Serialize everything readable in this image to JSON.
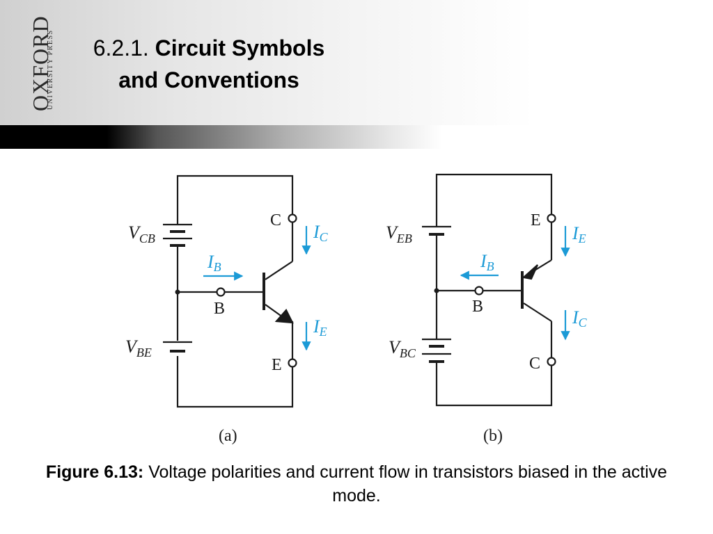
{
  "header": {
    "logo_main": "OXFORD",
    "logo_sub": "UNIVERSITY PRESS",
    "title_number": "6.2.1.",
    "title_text_line1": "Circuit Symbols",
    "title_text_line2": "and Conventions"
  },
  "diagram_a": {
    "subcaption": "(a)",
    "label_vcb_main": "V",
    "label_vcb_sub": "CB",
    "label_vbe_main": "V",
    "label_vbe_sub": "BE",
    "label_c": "C",
    "label_e": "E",
    "label_b": "B",
    "label_ic_main": "I",
    "label_ic_sub": "C",
    "label_ie_main": "I",
    "label_ie_sub": "E",
    "label_ib_main": "I",
    "label_ib_sub": "B"
  },
  "diagram_b": {
    "subcaption": "(b)",
    "label_veb_main": "V",
    "label_veb_sub": "EB",
    "label_vbc_main": "V",
    "label_vbc_sub": "BC",
    "label_e": "E",
    "label_c": "C",
    "label_b": "B",
    "label_ie_main": "I",
    "label_ie_sub": "E",
    "label_ic_main": "I",
    "label_ic_sub": "C",
    "label_ib_main": "I",
    "label_ib_sub": "B"
  },
  "caption": {
    "label": "Figure 6.13:",
    "text": "Voltage polarities and current flow in transistors biased in the active mode."
  },
  "colors": {
    "current_arrow": "#1b9ad6",
    "wire": "#1a1a1a"
  }
}
